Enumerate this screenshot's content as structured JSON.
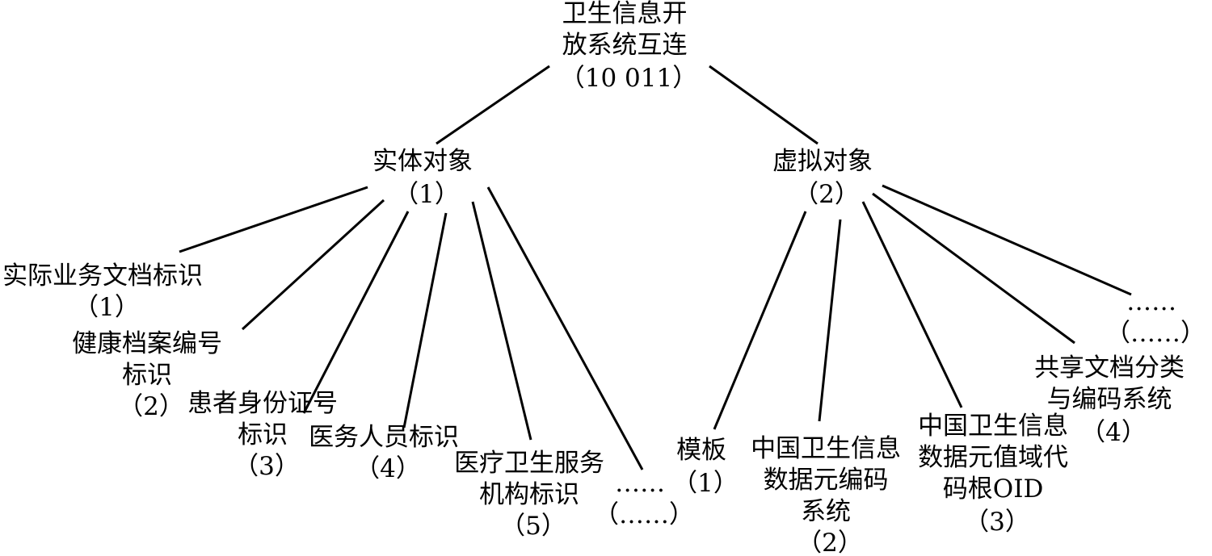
{
  "root": {
    "lines": [
      "卫生信息开",
      "放系统互连",
      "（10 011）"
    ]
  },
  "entity": {
    "lines": [
      "实体对象",
      "（1）"
    ],
    "children": [
      {
        "lines": [
          "实际业务文档标识",
          "（1）"
        ]
      },
      {
        "lines": [
          "健康档案编号",
          "标识",
          "（2）"
        ]
      },
      {
        "lines": [
          "患者身份证号",
          "标识",
          "（3）"
        ]
      },
      {
        "lines": [
          "医务人员标识",
          "（4）"
        ]
      },
      {
        "lines": [
          "医疗卫生服务",
          "机构标识",
          "（5）"
        ]
      },
      {
        "lines": [
          "……",
          "（……）"
        ]
      }
    ]
  },
  "virtual": {
    "lines": [
      "虚拟对象",
      "（2）"
    ],
    "children": [
      {
        "lines": [
          "模板",
          "（1）"
        ]
      },
      {
        "lines": [
          "中国卫生信息",
          "数据元编码",
          "系统",
          "（2）"
        ]
      },
      {
        "lines": [
          "中国卫生信息",
          "数据元值域代",
          "码根OID",
          "（3）"
        ]
      },
      {
        "lines": [
          "共享文档分类",
          "与编码系统",
          "（4）"
        ]
      },
      {
        "lines": [
          "……",
          "（……）"
        ]
      }
    ]
  }
}
